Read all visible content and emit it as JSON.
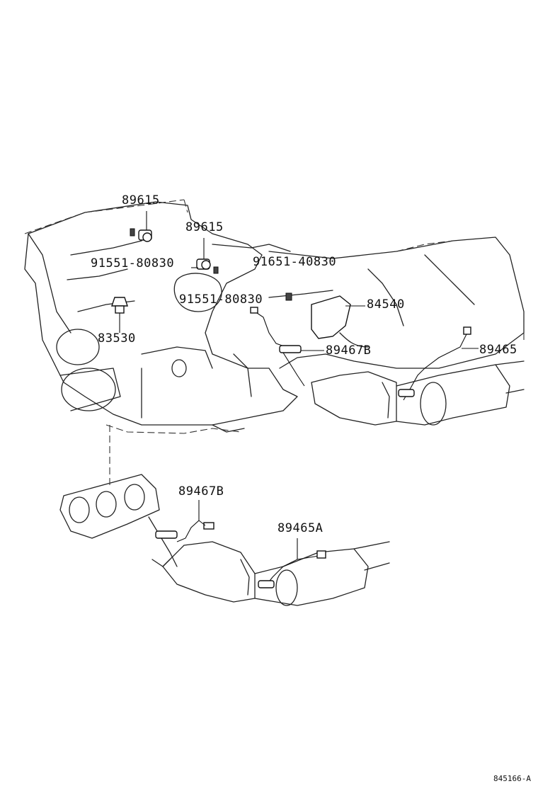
{
  "diagram": {
    "ref_code": "845166-A",
    "labels": {
      "p89615_a": "89615",
      "p89615_b": "89615",
      "p91551_a": "91551-80830",
      "p91551_b": "91551-80830",
      "p91651": "91651-40830",
      "p84540": "84540",
      "p83530": "83530",
      "p89467b_a": "89467B",
      "p89465": "89465",
      "p89467b_b": "89467B",
      "p89465a": "89465A"
    }
  }
}
